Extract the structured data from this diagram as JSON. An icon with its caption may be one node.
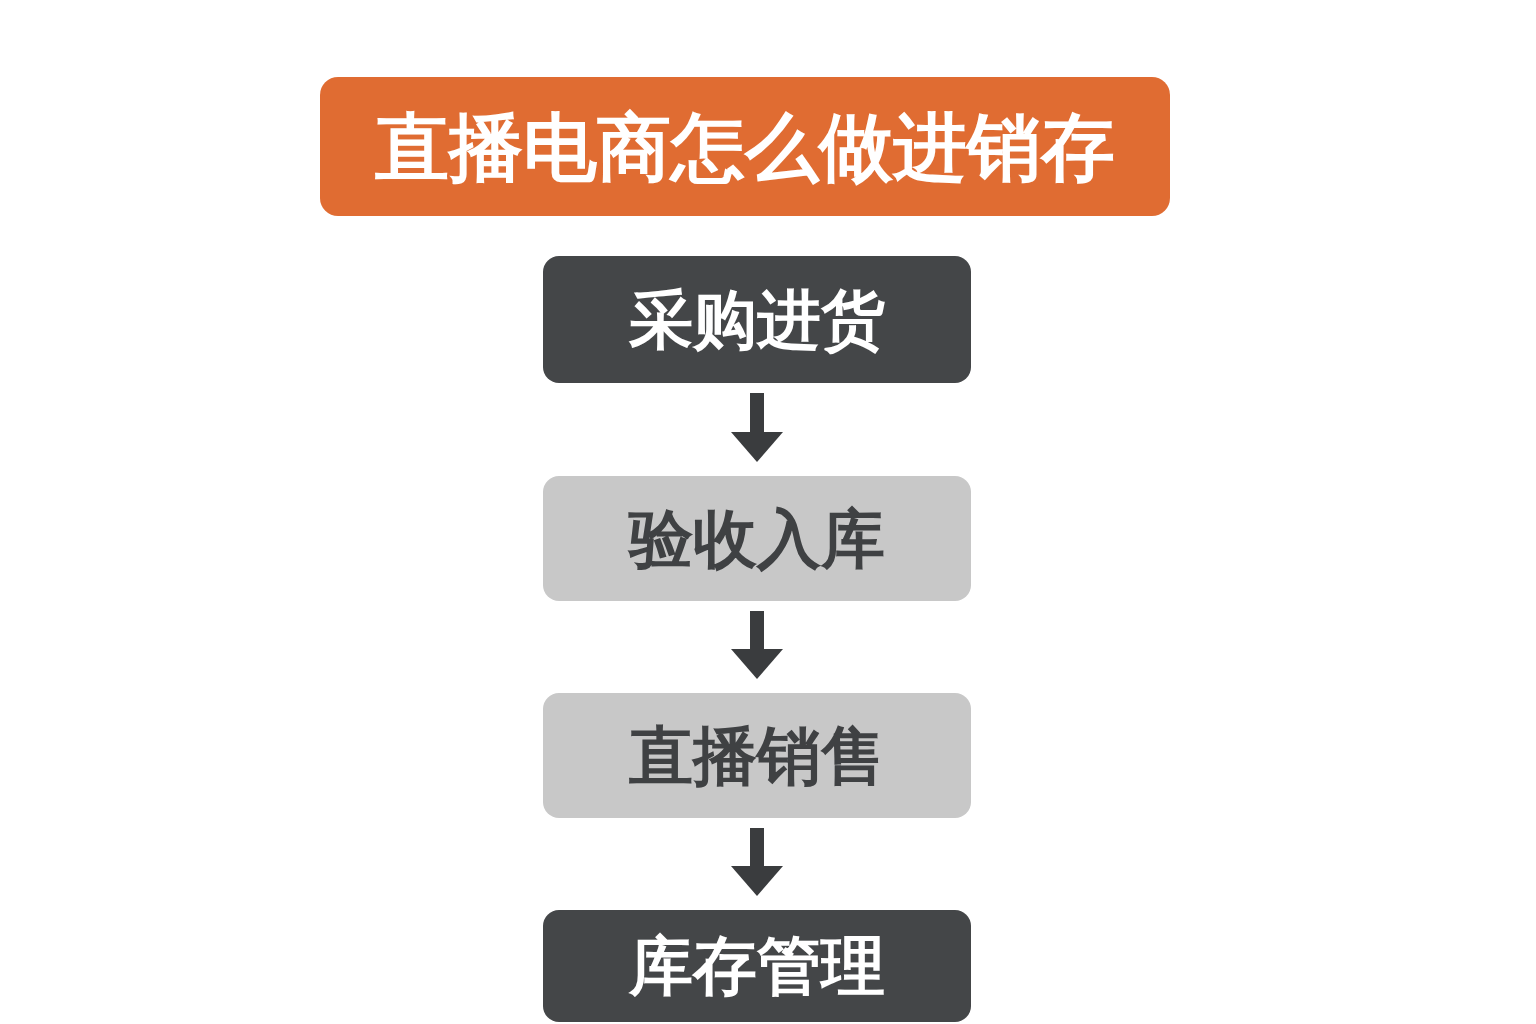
{
  "diagram": {
    "title": "直播电商怎么做进销存",
    "nodes": [
      {
        "text": [
          "采购进货"
        ]
      },
      {
        "text": [
          "验收入库"
        ]
      },
      {
        "text": [
          "直播销售"
        ]
      },
      {
        "text": [
          "库存管理"
        ]
      }
    ],
    "edges": [
      {
        "from": 0,
        "to": 1,
        "arrow": "to"
      },
      {
        "from": 1,
        "to": 2,
        "arrow": "to"
      },
      {
        "from": 2,
        "to": 3,
        "arrow": "to"
      }
    ]
  }
}
